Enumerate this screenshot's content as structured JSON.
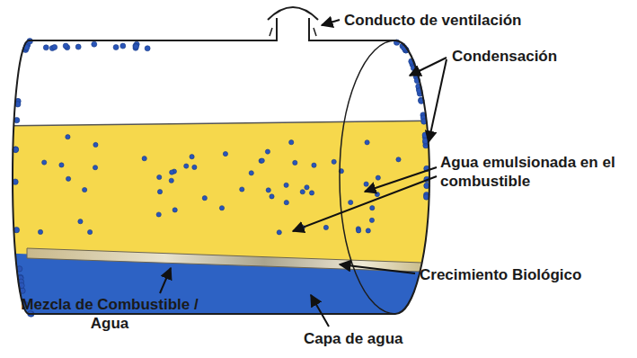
{
  "diagram": {
    "labels": [
      "Conducto de ventilación",
      "Condensación",
      "Agua emulsionada en el combustible",
      "Crecimiento Biológico",
      "Mezcla de Combustible / Agua",
      "Capa de agua"
    ]
  }
}
